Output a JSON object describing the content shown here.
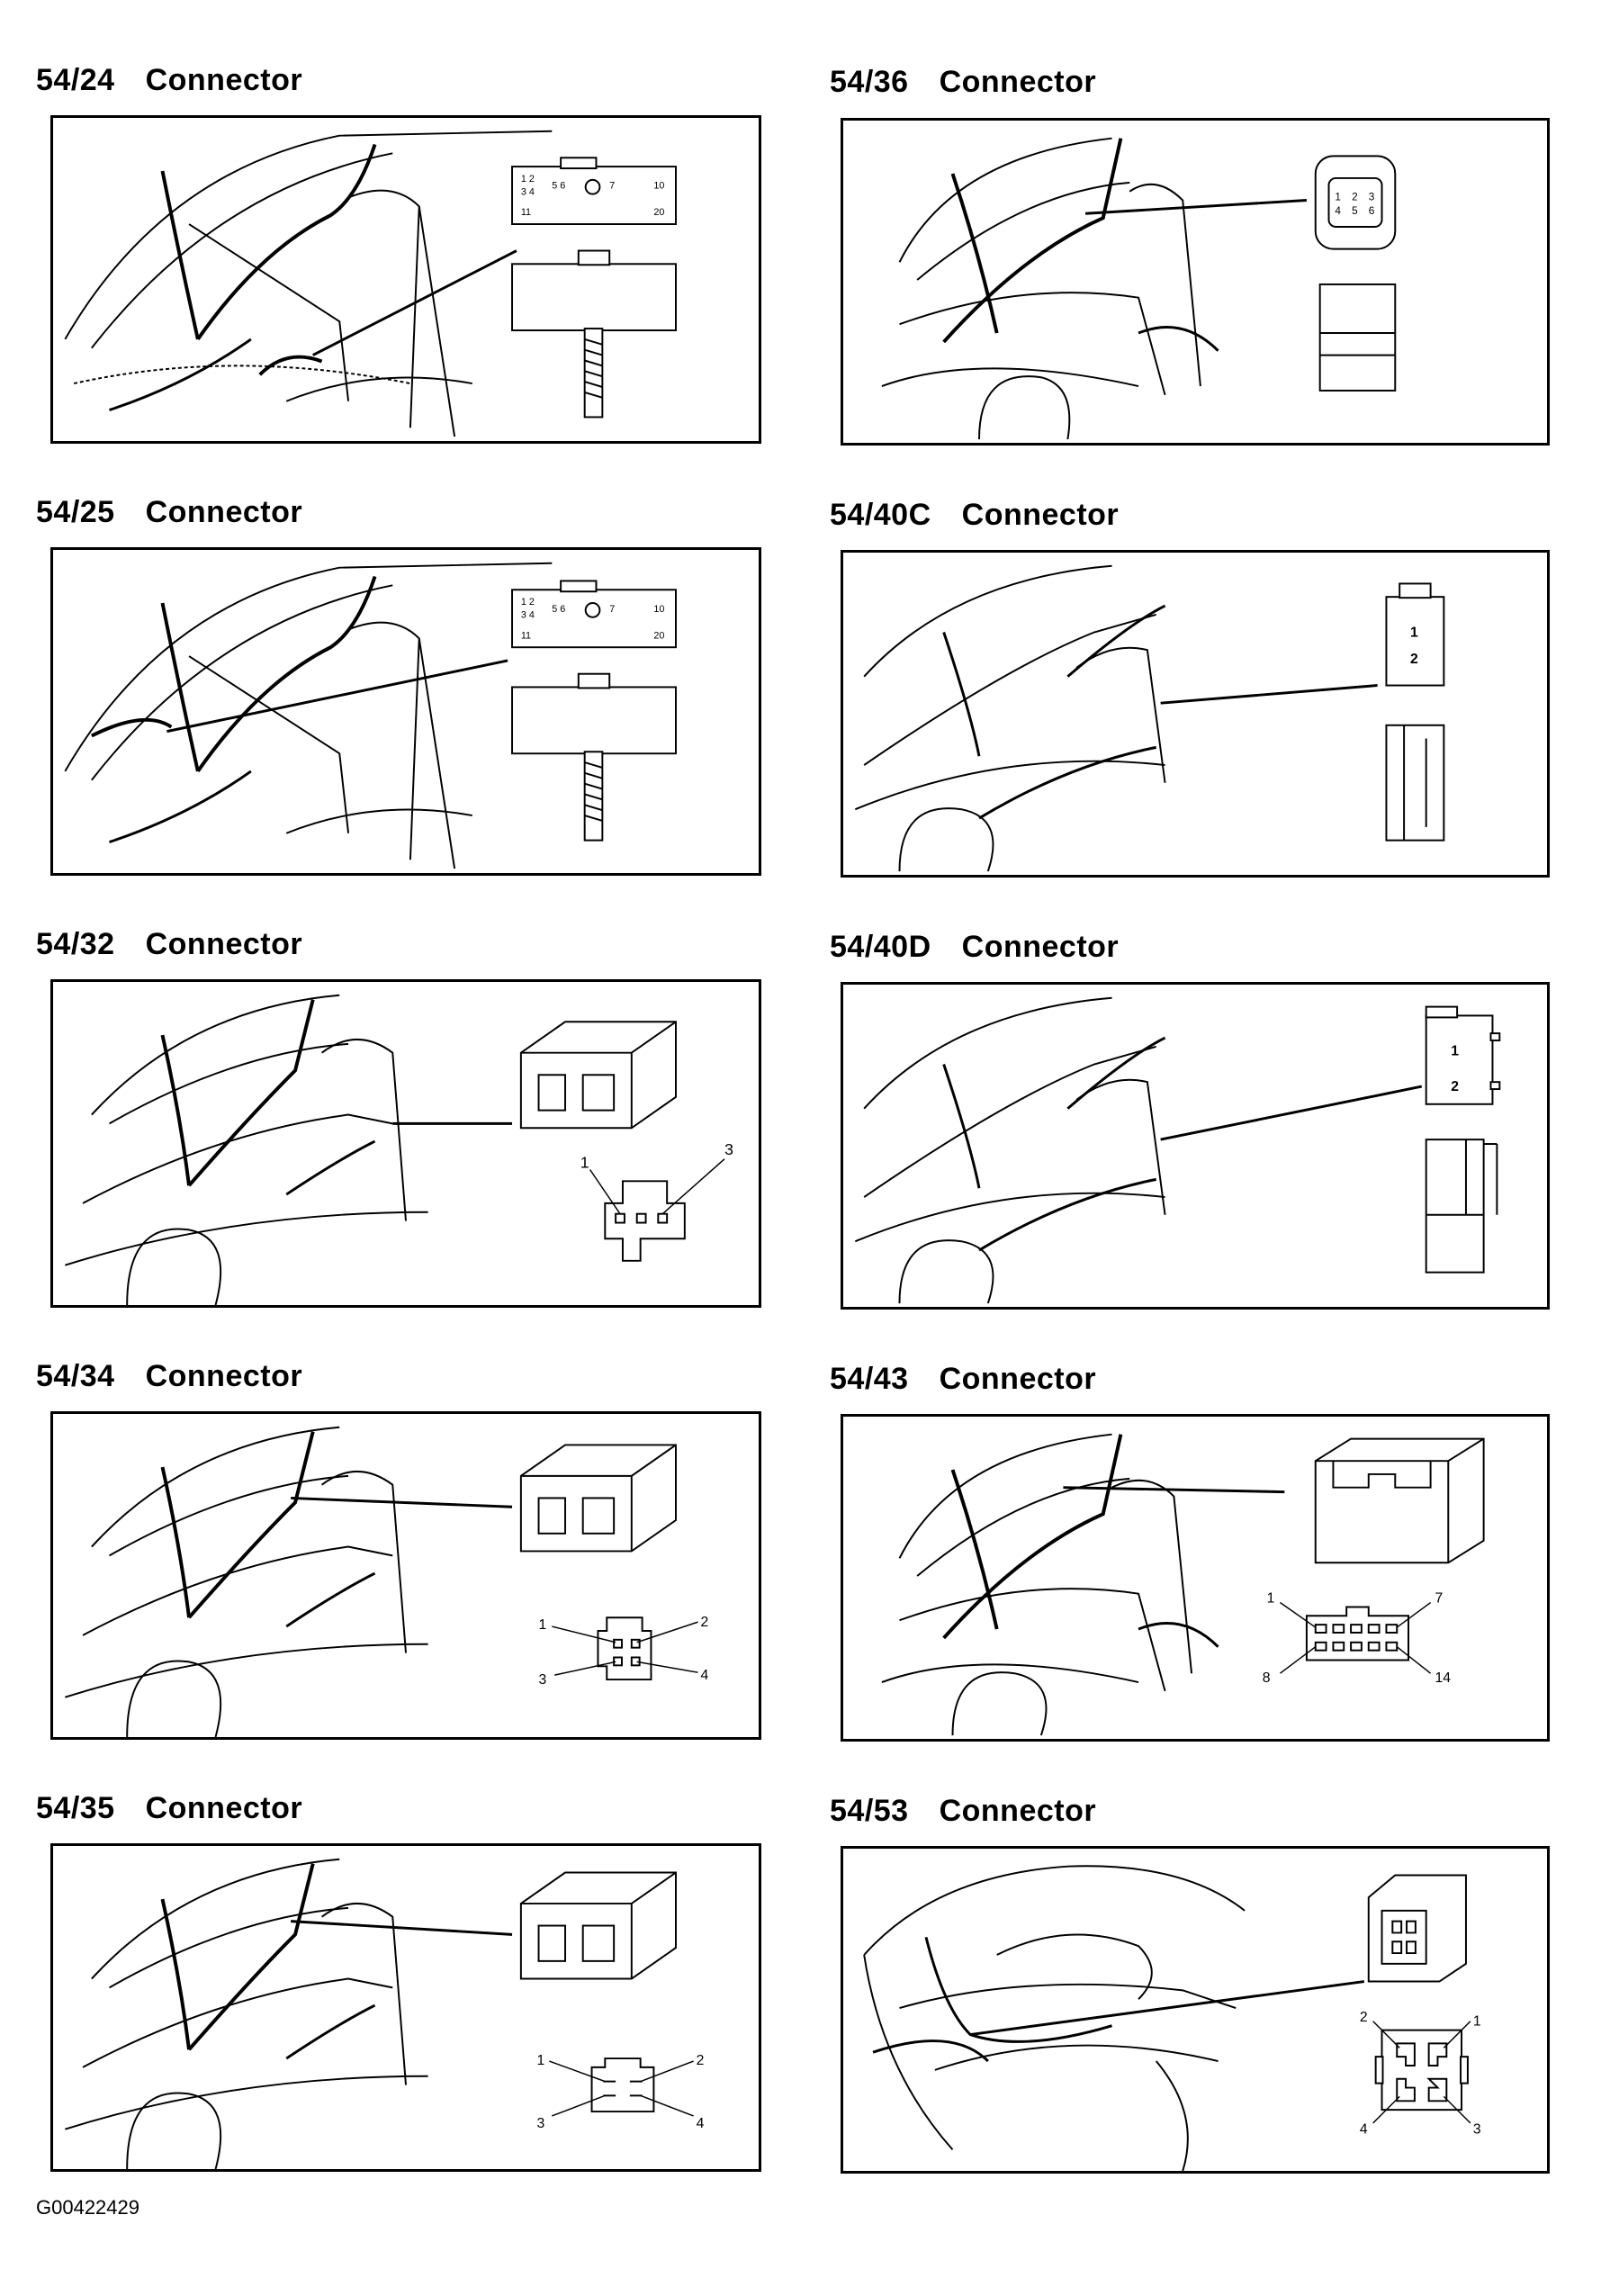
{
  "connectors": [
    {
      "code": "54/24",
      "label": "Connector",
      "pins": [
        "1",
        "2",
        "3",
        "4",
        "5",
        "6",
        "7",
        "10",
        "11",
        "20"
      ]
    },
    {
      "code": "54/36",
      "label": "Connector",
      "pins": [
        "1",
        "2",
        "3",
        "4",
        "5",
        "6"
      ]
    },
    {
      "code": "54/25",
      "label": "Connector",
      "pins": [
        "1",
        "2",
        "3",
        "4",
        "5",
        "6",
        "7",
        "10",
        "11",
        "20"
      ]
    },
    {
      "code": "54/40C",
      "label": "Connector",
      "pins": [
        "1",
        "2"
      ]
    },
    {
      "code": "54/32",
      "label": "Connector",
      "pins": [
        "1",
        "3"
      ]
    },
    {
      "code": "54/40D",
      "label": "Connector",
      "pins": [
        "1",
        "2"
      ]
    },
    {
      "code": "54/34",
      "label": "Connector",
      "pins": [
        "1",
        "2",
        "3",
        "4"
      ]
    },
    {
      "code": "54/43",
      "label": "Connector",
      "pins": [
        "1",
        "7",
        "8",
        "14"
      ]
    },
    {
      "code": "54/35",
      "label": "Connector",
      "pins": [
        "1",
        "2",
        "3",
        "4"
      ]
    },
    {
      "code": "54/53",
      "label": "Connector",
      "pins": [
        "2",
        "1",
        "4",
        "3"
      ]
    }
  ],
  "footer": "G00422429"
}
